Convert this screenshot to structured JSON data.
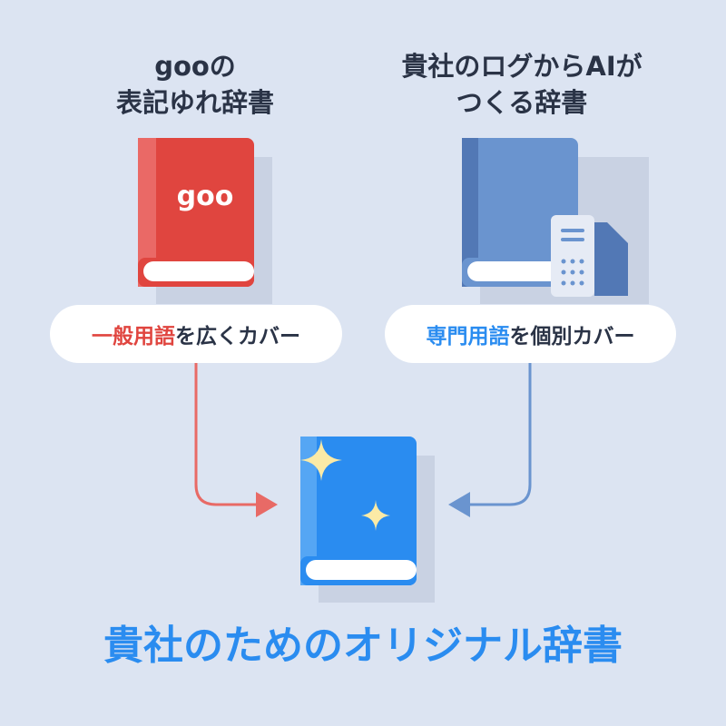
{
  "source_left": {
    "heading_line1": "gooの",
    "heading_line2": "表記ゆれ辞書",
    "book_logo": "goo",
    "caption_highlight": "一般用語",
    "caption_rest": "を広くカバー",
    "color": "#e0453f"
  },
  "source_right": {
    "heading_line1": "貴社のログからAIが",
    "heading_line2": "つくる辞書",
    "caption_highlight": "専門用語",
    "caption_rest": "を個別カバー",
    "color": "#6a94cf"
  },
  "result": {
    "title": "貴社のためのオリジナル辞書",
    "color": "#2a8cf0"
  },
  "colors": {
    "background": "#dce4f2",
    "shadow": "#c9d2e3",
    "text": "#2a3346"
  },
  "icons": [
    "book-icon",
    "document-icon",
    "sparkle-icon",
    "arrow-right-icon",
    "arrow-left-icon"
  ]
}
